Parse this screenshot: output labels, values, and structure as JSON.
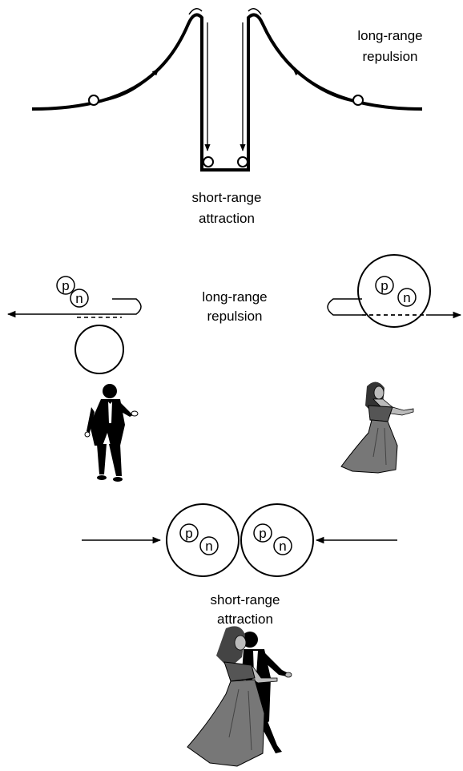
{
  "labels": {
    "top_repulsion_1": "long-range",
    "top_repulsion_2": "repulsion",
    "top_attraction_1": "short-range",
    "top_attraction_2": "attraction",
    "mid_repulsion_1": "long-range",
    "mid_repulsion_2": "repulsion",
    "bottom_attraction_1": "short-range",
    "bottom_attraction_2": "attraction"
  },
  "particles": {
    "proton": "p",
    "neutron": "n"
  },
  "colors": {
    "ink": "#000000",
    "dress": "#777777",
    "skin": "#bbbbbb",
    "background": "#ffffff"
  }
}
